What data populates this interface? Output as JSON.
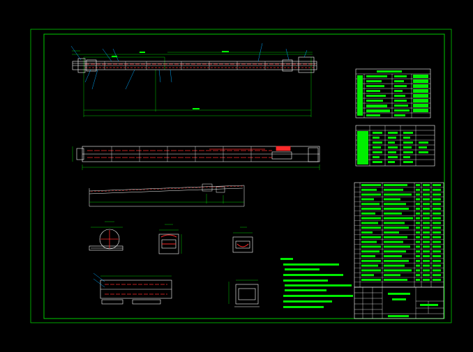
{
  "drawing": {
    "background": "#000000",
    "colors": {
      "frame": "#00cc00",
      "table_fill": "#00ee00",
      "geometry": "#ffffff",
      "dimension": "#00ff00",
      "highlight": "#ff2a2a",
      "leader": "#00aaff"
    },
    "title_block": {
      "name_text": "",
      "drawing_no": ""
    },
    "views": [
      "main-elevation",
      "plan-view",
      "profile-view",
      "section-circle",
      "section-1",
      "section-2",
      "partial-view",
      "detail-view"
    ],
    "notes_visible": true,
    "tables": [
      "parameter-table",
      "spec-table",
      "parts-list"
    ]
  }
}
